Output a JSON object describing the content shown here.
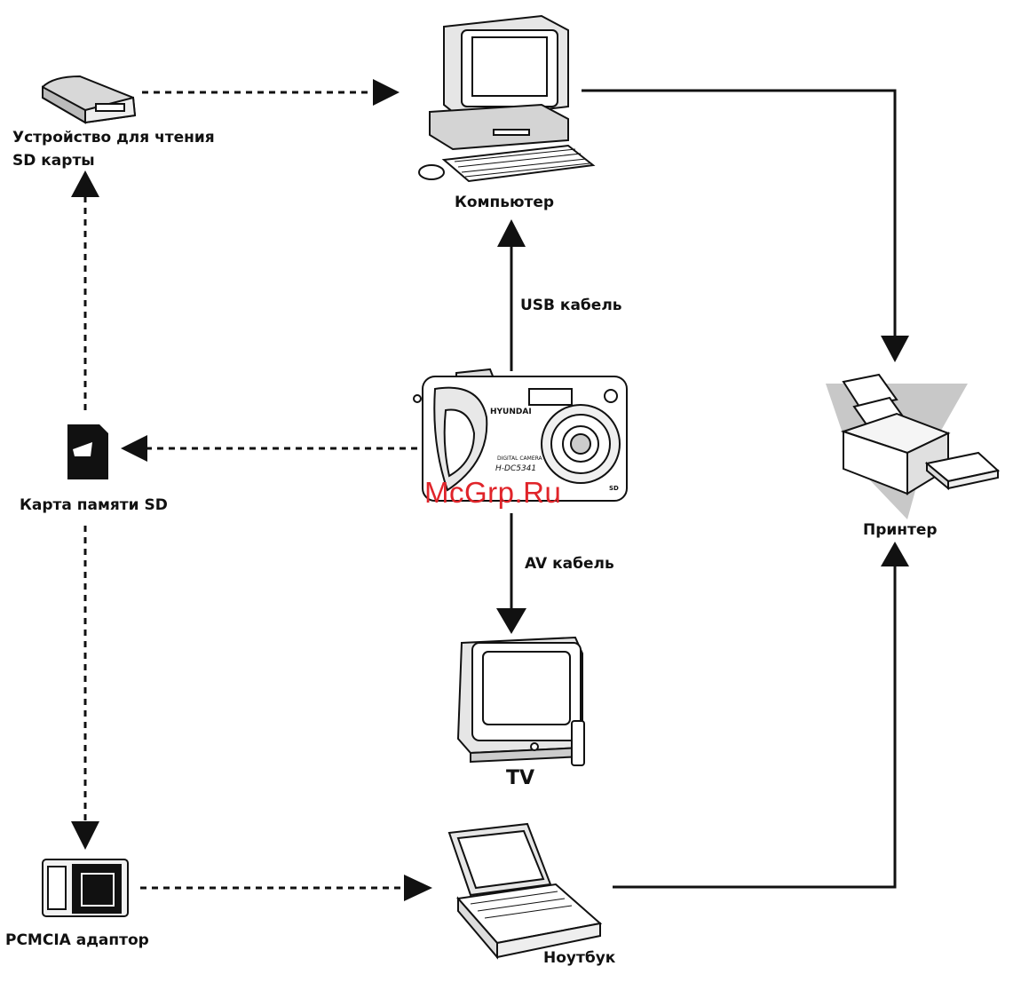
{
  "labels": {
    "sd_reader": "Устройство для чтения\nSD карты",
    "computer": "Компьютер",
    "usb_cable": "USB кабель",
    "sd_card": "Карта памяти SD",
    "printer": "Принтер",
    "av_cable": "AV кабель",
    "tv": "TV",
    "pcmcia": "PCMCIA адаптор",
    "laptop": "Ноутбук",
    "watermark": "McGrp.Ru"
  },
  "camera_text": {
    "brand": "HYUNDAI",
    "line1": "DIGITAL CAMERA",
    "model": "H-DC5341",
    "sd": "SD"
  },
  "colors": {
    "line": "#111111",
    "watermark": "#e0242a"
  }
}
